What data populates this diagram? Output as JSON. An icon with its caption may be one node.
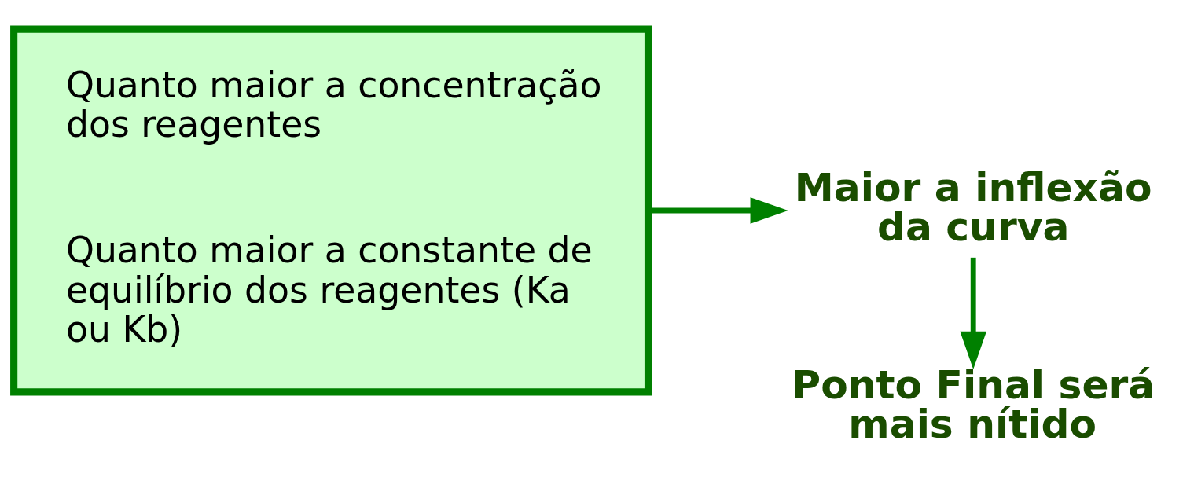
{
  "diagram": {
    "nodes": [
      {
        "text": [
          "Quanto maior a concentração dos reagentes",
          "Quanto maior a constante de equilíbrio dos reagentes (Ka ou Kb)"
        ]
      },
      {
        "text": [
          "Maior a inflexão da curva"
        ]
      },
      {
        "text": [
          "Ponto Final será mais nítido"
        ]
      }
    ],
    "edges": [
      {
        "from": 0,
        "to": 1,
        "arrow": "to"
      },
      {
        "from": 1,
        "to": 2,
        "arrow": "to"
      }
    ]
  }
}
